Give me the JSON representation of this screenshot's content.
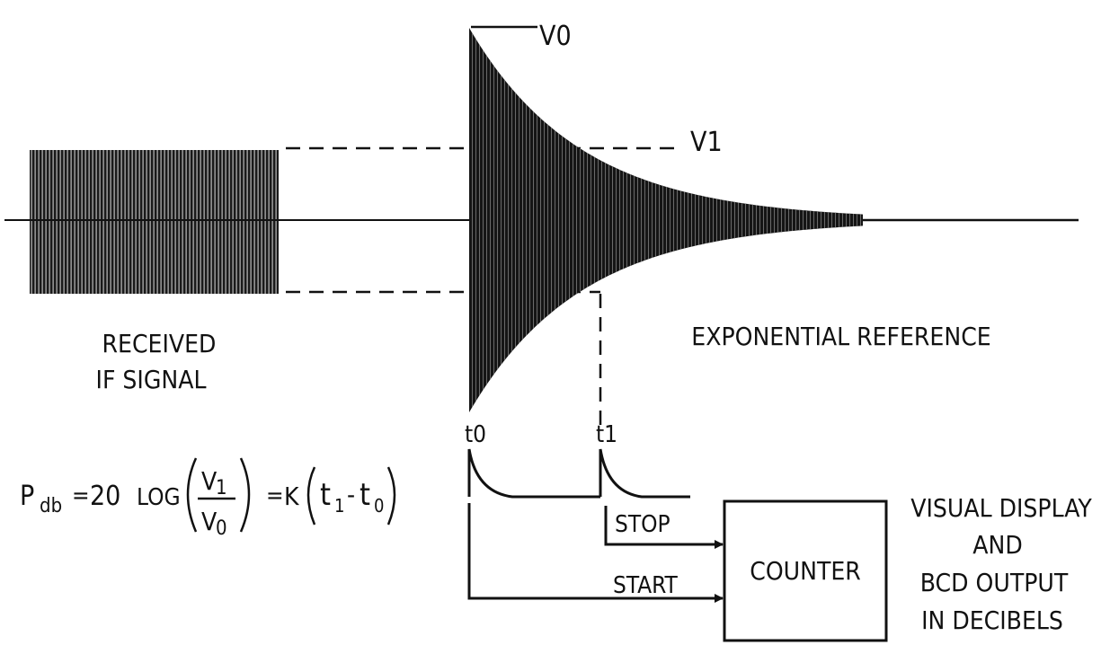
{
  "labels": {
    "v0": "V0",
    "v1": "V1",
    "received_line1": "RECEIVED",
    "received_line2": "IF SIGNAL",
    "exponential_reference": "EXPONENTIAL REFERENCE",
    "t0": "t0",
    "t1": "t1",
    "stop": "STOP",
    "start": "START",
    "counter": "COUNTER",
    "output_line1": "VISUAL DISPLAY",
    "output_line2": "AND",
    "output_line3": "BCD OUTPUT",
    "output_line4": "IN DECIBELS"
  },
  "formula": {
    "lhs_main": "P",
    "lhs_sub": "db",
    "eq": "=",
    "coef": "20",
    "log": "LOG",
    "num_main": "V",
    "num_sub": "1",
    "den_main": "V",
    "den_sub": "0",
    "k": "K",
    "t_main": "t",
    "t1_sub": "1",
    "minus": "-",
    "t0_sub": "0"
  },
  "colors": {
    "ink": "#111111",
    "paper": "#ffffff"
  }
}
